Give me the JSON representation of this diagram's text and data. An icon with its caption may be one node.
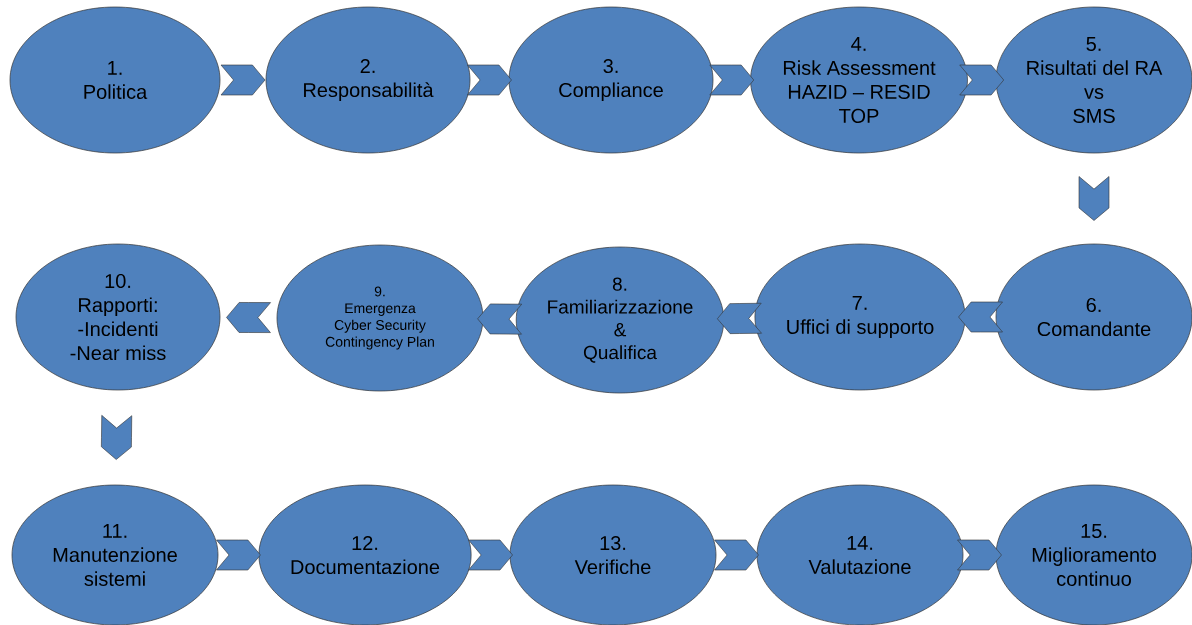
{
  "diagram": {
    "nodes": [
      {
        "text": [
          "1.",
          "Politica"
        ]
      },
      {
        "text": [
          "2.",
          "Responsabilità"
        ]
      },
      {
        "text": [
          "3.",
          "Compliance"
        ]
      },
      {
        "text": [
          "4.",
          "Risk Assessment",
          "HAZID – RESID",
          "TOP"
        ]
      },
      {
        "text": [
          "5.",
          "Risultati del RA",
          "vs",
          "SMS"
        ]
      },
      {
        "text": [
          "6.",
          "Comandante"
        ]
      },
      {
        "text": [
          "7.",
          "Uffici di supporto"
        ]
      },
      {
        "text": [
          "8.",
          "Familiarizzazione",
          "&",
          "Qualifica"
        ]
      },
      {
        "text": [
          "9.",
          "Emergenza",
          "Cyber Security",
          "Contingency Plan"
        ]
      },
      {
        "text": [
          "10.",
          "Rapporti:",
          "-Incidenti",
          "-Near miss"
        ]
      },
      {
        "text": [
          "11.",
          "Manutenzione",
          "sistemi"
        ]
      },
      {
        "text": [
          "12.",
          "Documentazione"
        ]
      },
      {
        "text": [
          "13.",
          "Verifiche"
        ]
      },
      {
        "text": [
          "14.",
          "Valutazione"
        ]
      },
      {
        "text": [
          "15.",
          "Miglioramento",
          "continuo"
        ]
      }
    ],
    "edges": [
      {
        "from": 0,
        "to": 1,
        "arrow": "to"
      },
      {
        "from": 1,
        "to": 2,
        "arrow": "to"
      },
      {
        "from": 2,
        "to": 3,
        "arrow": "to"
      },
      {
        "from": 3,
        "to": 4,
        "arrow": "to"
      },
      {
        "from": 4,
        "to": 5,
        "arrow": "to"
      },
      {
        "from": 5,
        "to": 6,
        "arrow": "to"
      },
      {
        "from": 6,
        "to": 7,
        "arrow": "to"
      },
      {
        "from": 7,
        "to": 8,
        "arrow": "to"
      },
      {
        "from": 8,
        "to": 9,
        "arrow": "to"
      },
      {
        "from": 9,
        "to": 10,
        "arrow": "to"
      },
      {
        "from": 10,
        "to": 11,
        "arrow": "to"
      },
      {
        "from": 11,
        "to": 12,
        "arrow": "to"
      },
      {
        "from": 12,
        "to": 13,
        "arrow": "to"
      },
      {
        "from": 13,
        "to": 14,
        "arrow": "to"
      }
    ]
  }
}
